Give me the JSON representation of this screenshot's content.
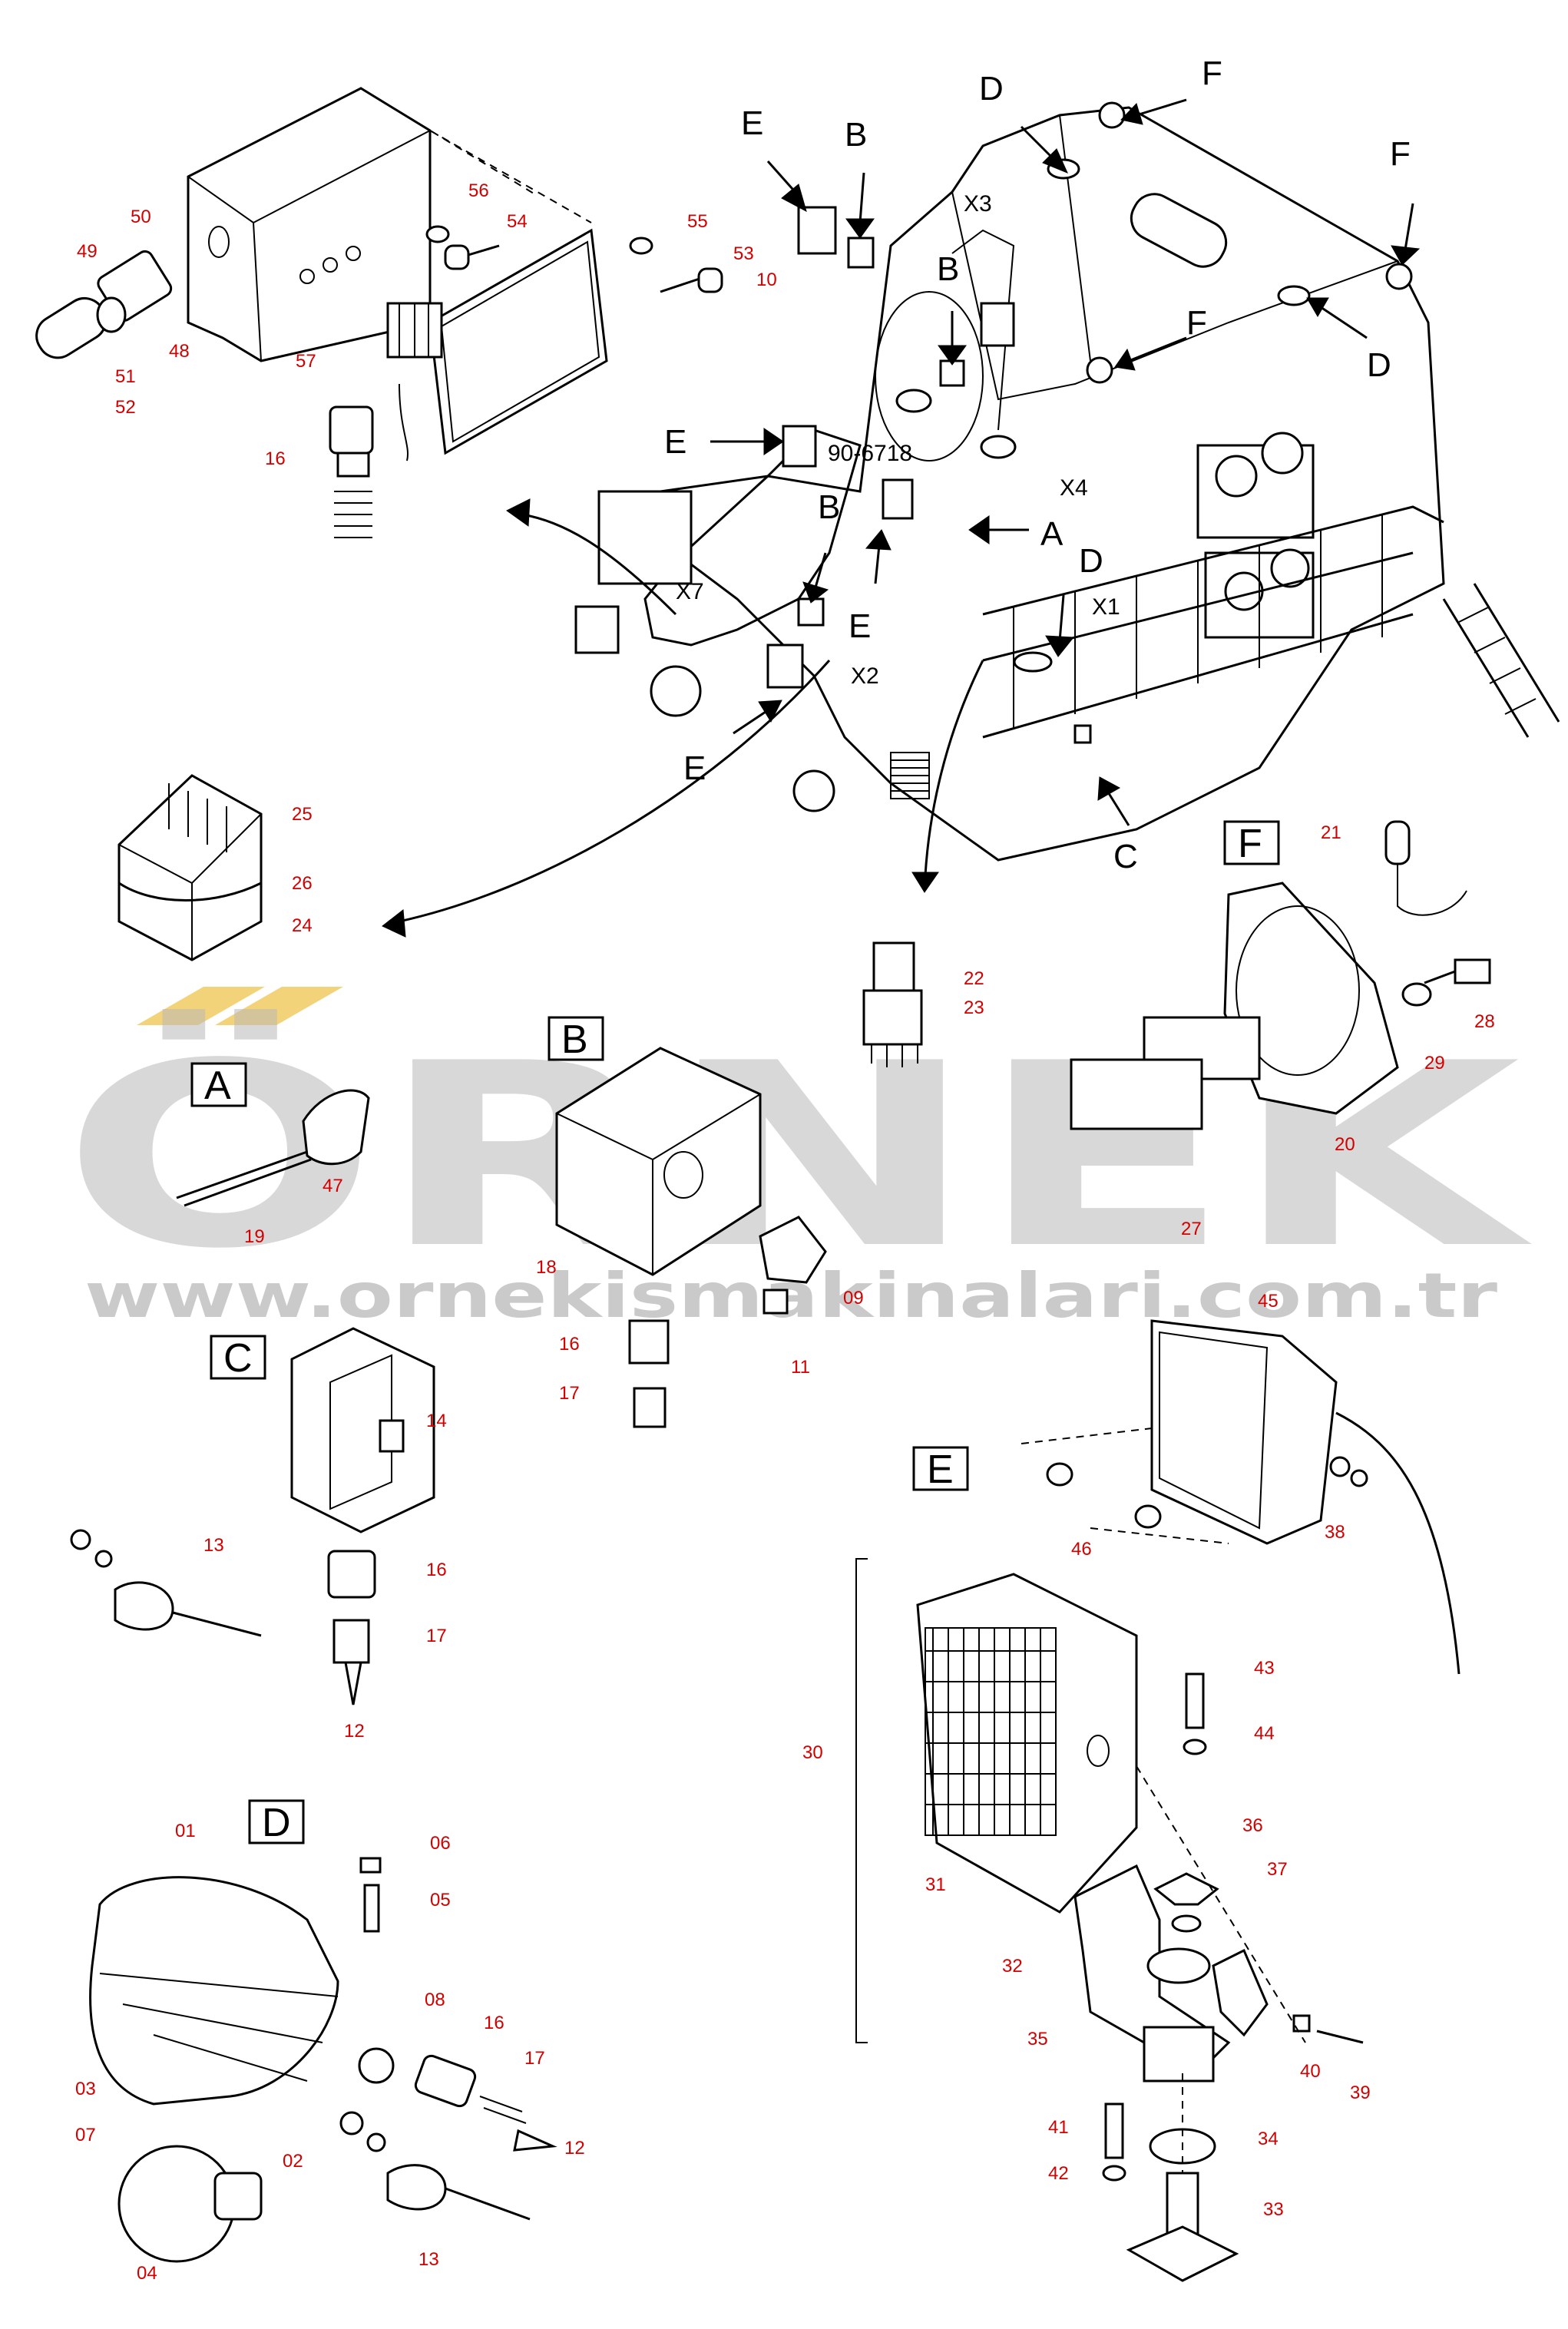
{
  "watermark": {
    "brand": "ÖRNEK",
    "url": "www.ornekismakinalari.com.tr",
    "brand_color": "#c8c8cc",
    "accent_color": "#f3d37a"
  },
  "labels": {
    "callout_color": "#d40000",
    "machine_marks": {
      "x1": "X1",
      "x2": "X2",
      "x3": "X3",
      "x4": "X4",
      "x7": "X7",
      "part_number": "90-6718"
    },
    "position_letters": {
      "e_top": "E",
      "b_top": "B",
      "d_top": "D",
      "f_top": "F",
      "f_right": "F",
      "b_mid": "B",
      "f_mid": "F",
      "d_right": "D",
      "e_mid": "E",
      "b_low": "B",
      "a_low": "A",
      "d_low": "D",
      "e_low": "E",
      "e_bottom": "E",
      "c_bottom": "C"
    },
    "section_boxes": {
      "a": "A",
      "b": "B",
      "c": "C",
      "d": "D",
      "e": "E",
      "f": "F"
    },
    "callouts": {
      "n50": "50",
      "n49": "49",
      "n51": "51",
      "n52": "52",
      "n48": "48",
      "n56": "56",
      "n54": "54",
      "n55": "55",
      "n53": "53",
      "n57": "57",
      "n16a": "16",
      "n10": "10",
      "n25": "25",
      "n26": "26",
      "n24": "24",
      "n22": "22",
      "n23": "23",
      "n21": "21",
      "n28": "28",
      "n29": "29",
      "n20": "20",
      "n27": "27",
      "n47": "47",
      "n19": "19",
      "n18": "18",
      "n09": "09",
      "n16b": "16",
      "n11": "11",
      "n17b": "17",
      "n14": "14",
      "n13a": "13",
      "n16c": "16",
      "n17c": "17",
      "n12a": "12",
      "n45": "45",
      "n46": "46",
      "n38": "38",
      "n43": "43",
      "n44": "44",
      "n30": "30",
      "n36": "36",
      "n37": "37",
      "n31": "31",
      "n32": "32",
      "n35": "35",
      "n40": "40",
      "n39": "39",
      "n41": "41",
      "n34": "34",
      "n42": "42",
      "n33": "33",
      "n01": "01",
      "n06": "06",
      "n05": "05",
      "n08": "08",
      "n16d": "16",
      "n17d": "17",
      "n12b": "12",
      "n03": "03",
      "n07": "07",
      "n02": "02",
      "n04": "04",
      "n13b": "13"
    }
  }
}
